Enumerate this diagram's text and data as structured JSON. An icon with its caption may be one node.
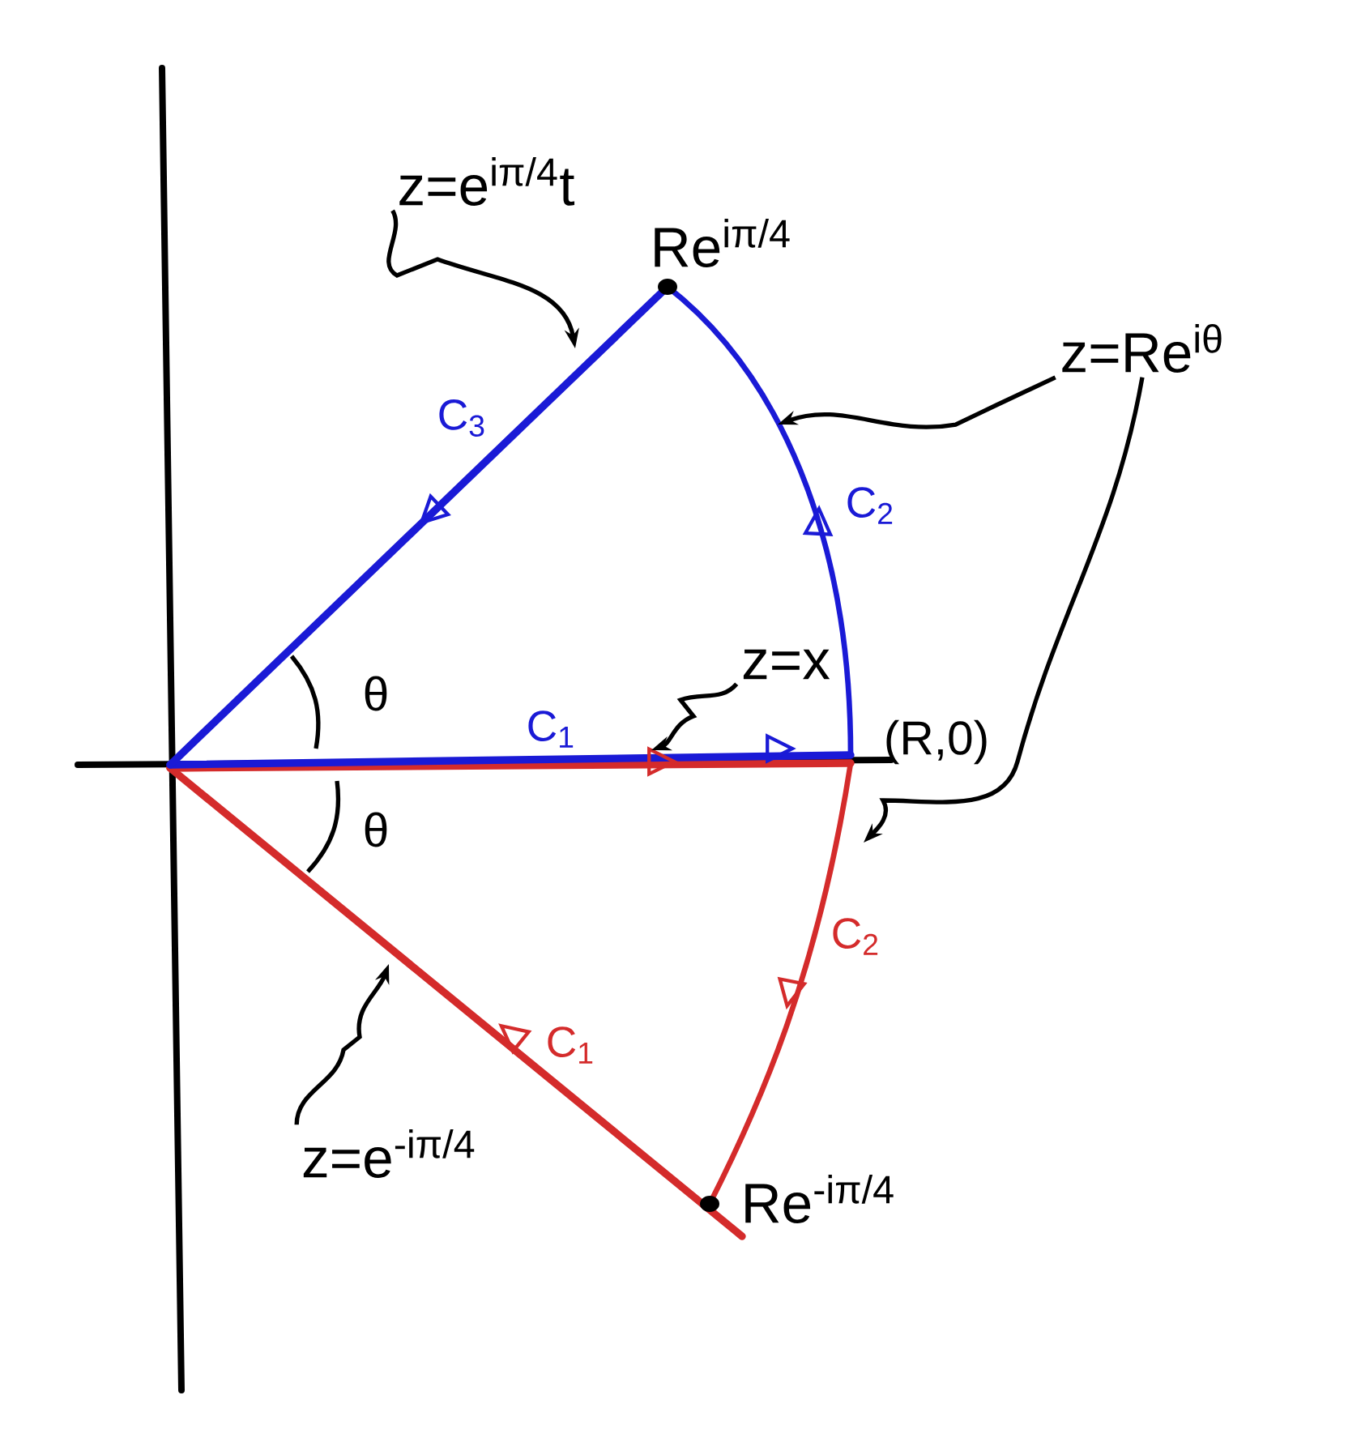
{
  "diagram": {
    "nodes": [
      {
        "text": [
          "z=e$^{iπ/4}$t"
        ]
      },
      {
        "text": [
          "z=Re$^{iθ}$"
        ]
      },
      {
        "text": [
          "z=x"
        ]
      },
      {
        "text": [
          "z=e$^{-iπ/4}$"
        ]
      }
    ],
    "edges": [
      {
        "from": 0,
        "to": null,
        "arrow": "to"
      },
      {
        "from": 1,
        "to": null,
        "arrow": "to"
      },
      {
        "from": 1,
        "to": null,
        "arrow": "to"
      },
      {
        "from": 2,
        "to": null,
        "arrow": "to"
      },
      {
        "from": 3,
        "to": null,
        "arrow": "to"
      }
    ],
    "labels": [
      "Re$^{iπ/4}$",
      "C$_{3}$",
      "C$_{2}$",
      "θ",
      "C$_{1}$",
      "(R,0)",
      "θ",
      "C$_{2}$",
      "C$_{1}$",
      "Re$^{-iπ/4}$"
    ]
  }
}
